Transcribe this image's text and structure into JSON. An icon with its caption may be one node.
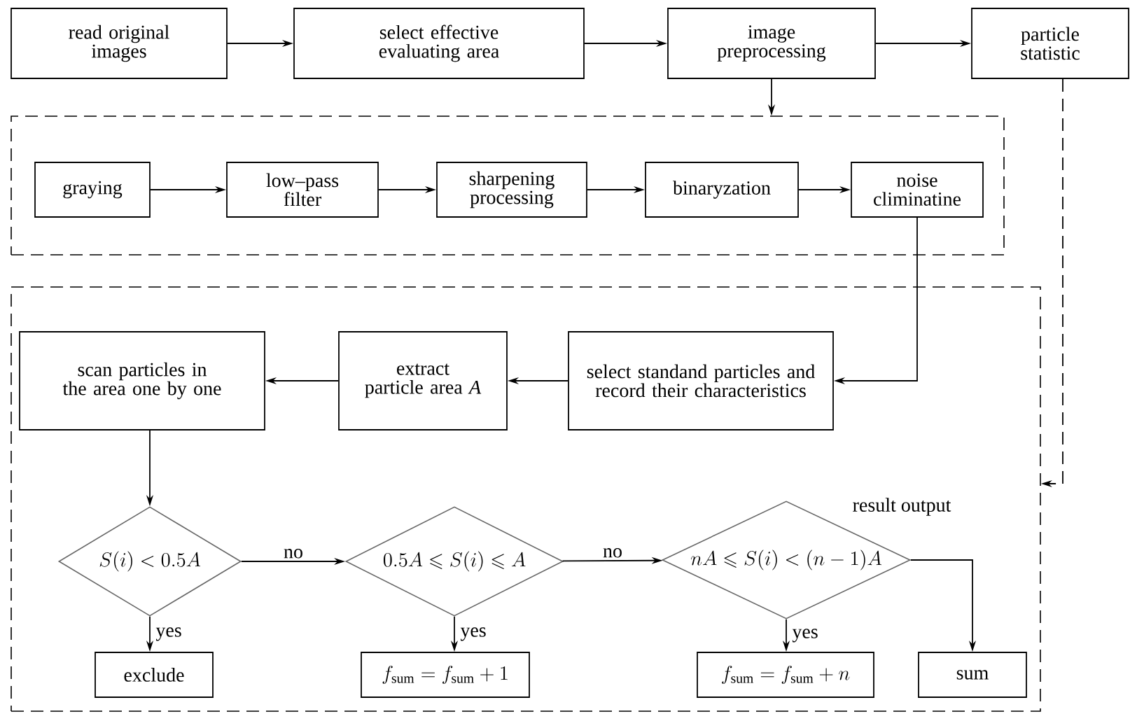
{
  "diagram": {
    "nodes": [
      {
        "text": [
          "read original images"
        ]
      },
      {
        "text": [
          "select effective evaluating area"
        ]
      },
      {
        "text": [
          "image preprocessing"
        ]
      },
      {
        "text": [
          "particle statistic"
        ]
      },
      {
        "text": [],
        "shape": "box"
      },
      {
        "text": [
          "graying"
        ],
        "in": 4
      },
      {
        "text": [
          "low–pass filter"
        ],
        "in": 4
      },
      {
        "text": [
          "sharpening processing"
        ],
        "in": 4
      },
      {
        "text": [
          "binaryzation"
        ],
        "in": 4
      },
      {
        "text": [
          "noise climinatine"
        ],
        "in": 4
      },
      {
        "text": [],
        "shape": "box"
      },
      {
        "text": [
          "select standand particles and record their characteristics"
        ],
        "in": 10
      },
      {
        "text": [
          "extract particle area *A*"
        ],
        "in": 10
      },
      {
        "text": [
          "scan particles in the area one by one"
        ],
        "in": 10
      },
      {
        "text": [
          "S(i)<0.5A"
        ],
        "in": 10
      },
      {
        "text": [
          "0.5A\\leqslant S(i)\\leqslant A"
        ],
        "in": 10
      },
      {
        "text": [
          "nA\\leqslant S(i)<(n-1)A"
        ],
        "in": 10
      },
      {
        "text": [
          "exclude"
        ],
        "in": 10
      },
      {
        "text": [
          "f_{\\mathrm{sum}}=f_{\\mathrm{sum}}+1"
        ],
        "in": 10
      },
      {
        "text": [
          "f_{\\mathrm{sum}}=f_{\\mathrm{sum}}+n"
        ],
        "in": 10
      },
      {
        "text": [
          "sum"
        ],
        "in": 10
      }
    ],
    "edges": [
      {
        "from": 0,
        "to": 1,
        "arrow": "to"
      },
      {
        "from": 1,
        "to": 2,
        "arrow": "to"
      },
      {
        "from": 2,
        "to": 3,
        "arrow": "to"
      },
      {
        "from": 2,
        "to": 4,
        "arrow": "to"
      },
      {
        "from": 5,
        "to": 6,
        "arrow": "to"
      },
      {
        "from": 6,
        "to": 7,
        "arrow": "to"
      },
      {
        "from": 7,
        "to": 8,
        "arrow": "to"
      },
      {
        "from": 8,
        "to": 9,
        "arrow": "to"
      },
      {
        "from": 9,
        "to": 11,
        "arrow": "to"
      },
      {
        "from": 11,
        "to": 12,
        "arrow": "to"
      },
      {
        "from": 12,
        "to": 13,
        "arrow": "to"
      },
      {
        "from": 13,
        "to": 14,
        "arrow": "to"
      },
      {
        "from": 14,
        "to": 15,
        "arrow": "to",
        "label": "no"
      },
      {
        "from": 15,
        "to": 16,
        "arrow": "to",
        "label": "no"
      },
      {
        "from": 14,
        "to": 17,
        "arrow": "to",
        "label": "yes"
      },
      {
        "from": 15,
        "to": 18,
        "arrow": "to",
        "label": "yes"
      },
      {
        "from": 16,
        "to": 19,
        "arrow": "to",
        "label": "yes"
      },
      {
        "from": 16,
        "to": 20,
        "arrow": "to"
      },
      {
        "from": 3,
        "to": 10,
        "arrow": "to",
        "style": "dashed"
      }
    ],
    "labels": [
      "result output"
    ]
  }
}
